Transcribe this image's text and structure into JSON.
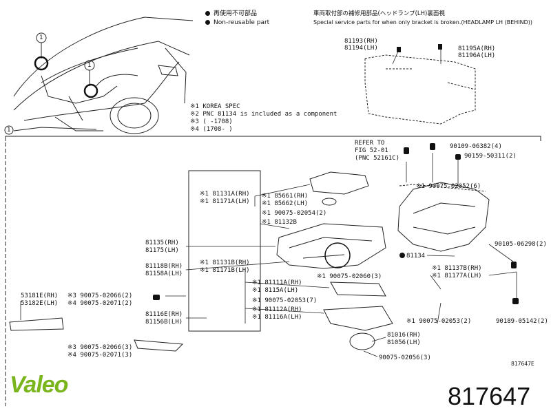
{
  "legend": {
    "jp_nonreusable": "再使用不可部品",
    "non_reusable": "Non-reusable part",
    "jp_special": "車両取付部の補修用部品(ヘッドランプ(LH)裏面視",
    "special_service": "Special service parts for when only bracket is broken.(HEADLAMP LH (BEHIND))"
  },
  "notes": [
    "※1 KOREA SPEC",
    "※2 PNC 81134 is included as a component",
    "※3 (      -1708)",
    "※4 (1708-      )"
  ],
  "callout_marker": "1",
  "parts": {
    "p81193": "81193(RH)",
    "p81194": "81194(LH)",
    "p81195": "81195A(RH)",
    "p81196": "81196A(LH)",
    "refer1": "REFER TO",
    "refer2": "FIG 52-01",
    "refer3": "(PNC 52161C)",
    "b90109": "90109-06382(4)",
    "b90159": "90159-50311(2)",
    "p81131": "※1 81131A(RH)",
    "p81171": "※1 81171A(LH)",
    "p85661": "※1 85661(RH)",
    "p85662": "※1 85662(LH)",
    "b90075_02054": "※1 90075-02054(2)",
    "b90075_02052": "※1 90075-02052(6)",
    "p81132": "※1 81132B",
    "p81135": "81135(RH)",
    "p81175": "81175(LH)",
    "p81131b": "※1 81131B(RH)",
    "p81171b": "※1 81171B(LH)",
    "b90075_02060": "※1 90075-02060(3)",
    "p81118": "81118B(RH)",
    "p81158": "81158A(LH)",
    "p81134": "81134",
    "p81137": "※1 81137B(RH)",
    "p81177": "※1 81177A(LH)",
    "b90105": "90105-06298(2)",
    "p53181": "53181E(RH)",
    "p53182": "53182E(LH)",
    "b3_02066": "※3 90075-02066(2)",
    "b4_02071": "※4 90075-02071(2)",
    "p81111": "※1 81111A(RH)",
    "p81151": "※1 8115A(LH)",
    "b90075_02053": "※1 90075-02053(7)",
    "p81112": "※1 81112A(RH)",
    "p81116": "※1 81116A(LH)",
    "p81116e": "81116E(RH)",
    "p81156": "81156B(LH)",
    "b90075_02053b": "※1 90075-02053(2)",
    "b90189": "90189-05142(2)",
    "b3_02066b": "※3 90075-02066(3)",
    "b4_02071b": "※4 90075-02071(3)",
    "p81016": "81016(RH)",
    "p81056": "81056(LH)",
    "b90075_02056": "90075-02056(3)"
  },
  "figure_code": "817647E",
  "brand": "Valeo",
  "part_number": "817647",
  "colors": {
    "brand": "#7ab51d",
    "line": "#222222"
  }
}
